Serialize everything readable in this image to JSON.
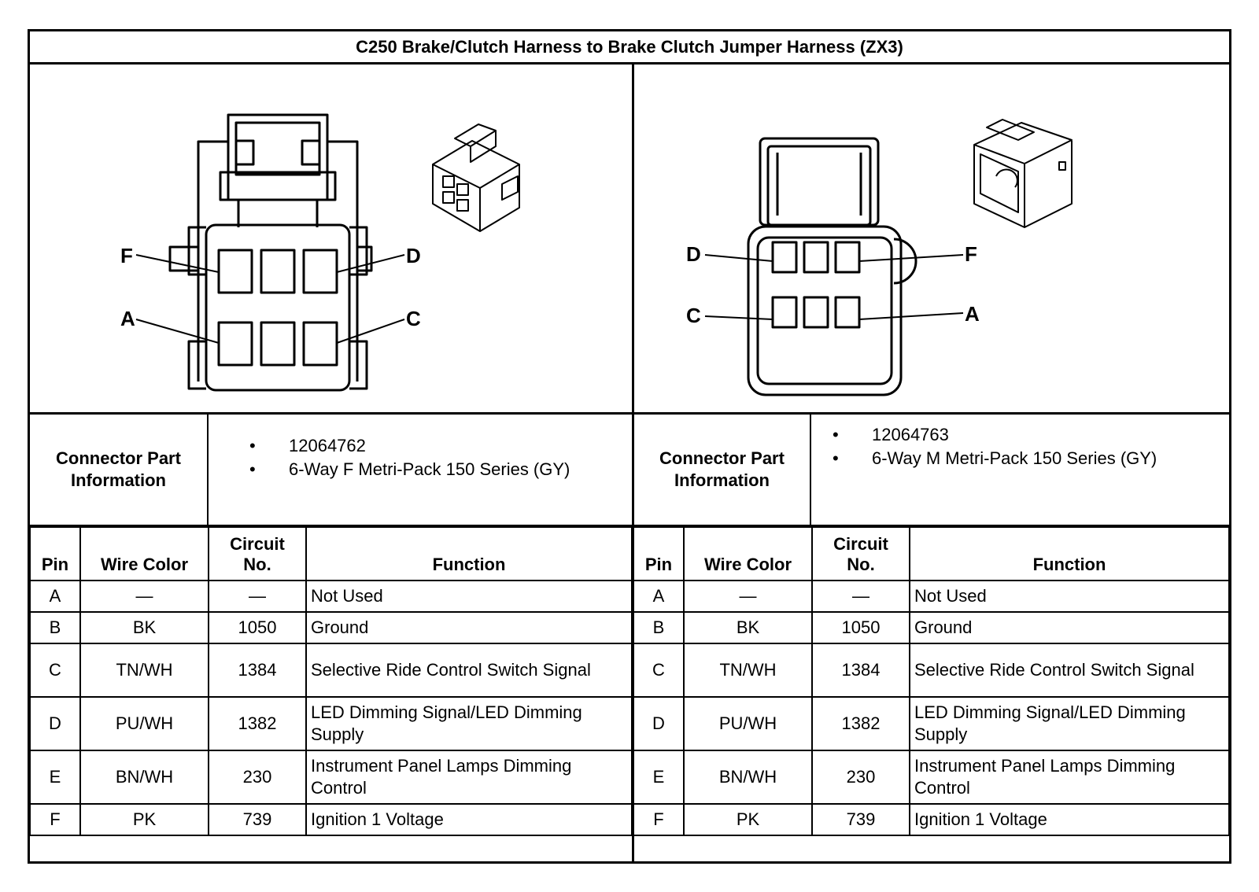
{
  "title": "C250 Brake/Clutch Harness to Brake Clutch Jumper Harness (ZX3)",
  "connectors": [
    {
      "part_heading": "Connector Part Information",
      "parts": [
        "12064762",
        "6-Way F Metri-Pack 150 Series (GY)"
      ],
      "pin_labels": {
        "F": "F",
        "D": "D",
        "A": "A",
        "C": "C"
      }
    },
    {
      "part_heading": "Connector Part Information",
      "parts": [
        "12064763",
        "6-Way M Metri-Pack 150 Series (GY)"
      ],
      "pin_labels": {
        "D": "D",
        "F": "F",
        "C": "C",
        "A": "A"
      }
    }
  ],
  "table_headers": {
    "pin": "Pin",
    "wire_color": "Wire Color",
    "circuit_line1": "Circuit",
    "circuit_line2": "No.",
    "function": "Function"
  },
  "rows": [
    {
      "pin": "A",
      "wire": "—",
      "circuit": "—",
      "function": "Not Used"
    },
    {
      "pin": "B",
      "wire": "BK",
      "circuit": "1050",
      "function": "Ground"
    },
    {
      "pin": "C",
      "wire": "TN/WH",
      "circuit": "1384",
      "function": "Selective Ride Control Switch Signal"
    },
    {
      "pin": "D",
      "wire": "PU/WH",
      "circuit": "1382",
      "function": "LED Dimming Signal/LED Dimming Supply"
    },
    {
      "pin": "E",
      "wire": "BN/WH",
      "circuit": "230",
      "function": "Instrument Panel Lamps Dimming Control"
    },
    {
      "pin": "F",
      "wire": "PK",
      "circuit": "739",
      "function": "Ignition 1 Voltage"
    }
  ]
}
